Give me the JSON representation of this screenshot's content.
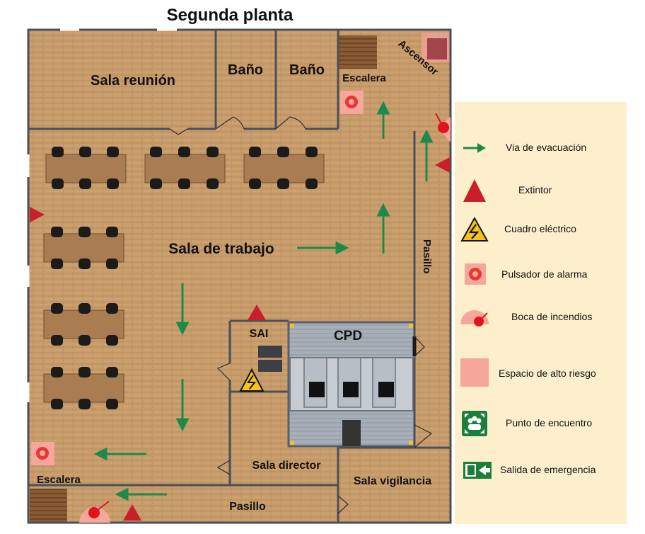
{
  "title": "Segunda planta",
  "rooms": {
    "sala_reunion": "Sala reunión",
    "bano1": "Baño",
    "bano2": "Baño",
    "escalera_top": "Escalera",
    "ascensor": "Ascensor",
    "sala_trabajo": "Sala de trabajo",
    "pasillo_right": "Pasillo",
    "sai": "SAI",
    "cpd": "CPD",
    "sala_director": "Sala director",
    "sala_vigilancia": "Sala vigilancia",
    "escalera_bottom": "Escalera",
    "pasillo_bottom": "Pasillo"
  },
  "legend": [
    {
      "icon": "evacuation-arrow-icon",
      "label": "Via de evacuación"
    },
    {
      "icon": "extinguisher-triangle-icon",
      "label": "Extintor"
    },
    {
      "icon": "electrical-panel-icon",
      "label": "Cuadro eléctrico"
    },
    {
      "icon": "alarm-button-icon",
      "label": "Pulsador de alarma"
    },
    {
      "icon": "fire-hose-icon",
      "label": "Boca de incendios"
    },
    {
      "icon": "high-risk-area-icon",
      "label": "Espacio de alto riesgo"
    },
    {
      "icon": "meeting-point-icon",
      "label": "Punto de encuentro"
    },
    {
      "icon": "emergency-exit-icon",
      "label": "Salida de emergencia"
    }
  ],
  "colors": {
    "floor": "#c89c6b",
    "wall": "#4a4f58",
    "arrow": "#1e8a4a",
    "extinguisher": "#c8202a",
    "alarm": "#e53935",
    "risk": "#f4a79a",
    "legend_bg": "#fdefcb",
    "cpd": "#9aa3ad",
    "sign_green": "#1b7f3b"
  }
}
